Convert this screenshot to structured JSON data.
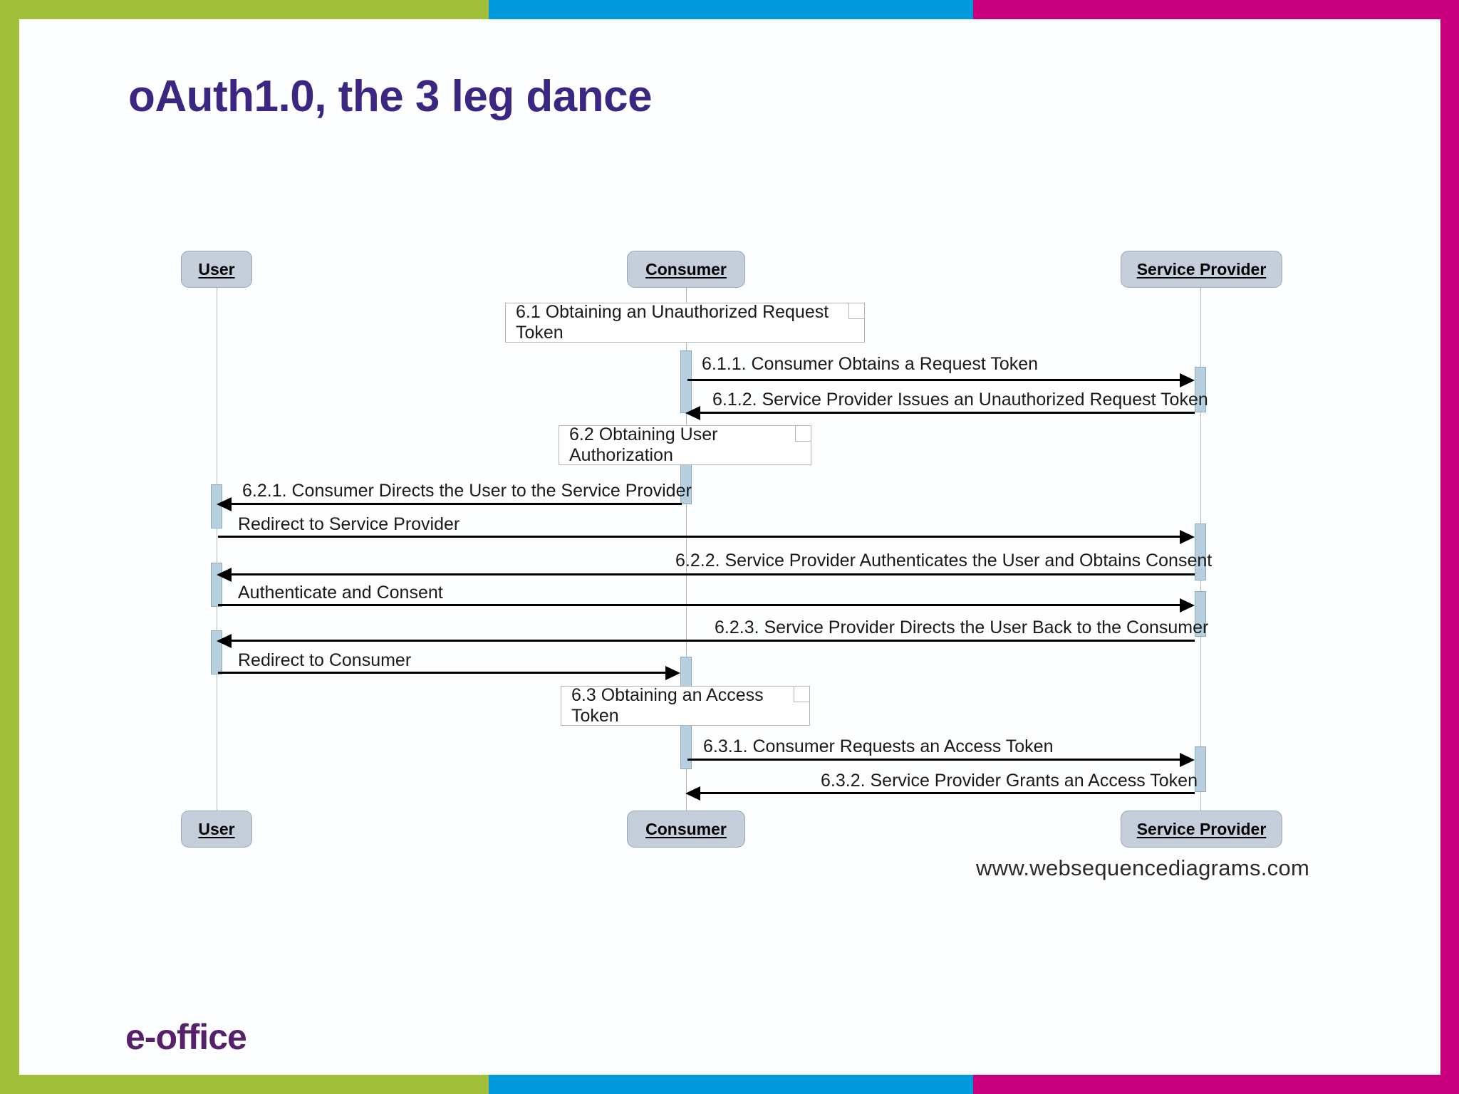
{
  "slide": {
    "title": "oAuth1.0, the 3 leg dance",
    "logo": "e-office",
    "watermark": "www.websequencediagrams.com",
    "colors": {
      "title": "#3b2682",
      "logo": "#56206b",
      "bar_green": "#a2bf39",
      "bar_blue": "#0099dc",
      "bar_magenta": "#c8007d",
      "participant_fill": "#c5cfdc",
      "activation_fill": "#b8cfe0"
    }
  },
  "diagram": {
    "type": "sequence-diagram",
    "participants": [
      {
        "id": "user",
        "label": "User"
      },
      {
        "id": "consumer",
        "label": "Consumer"
      },
      {
        "id": "service_provider",
        "label": "Service Provider"
      }
    ],
    "participants_bottom": [
      {
        "id": "user",
        "label": "User"
      },
      {
        "id": "consumer",
        "label": "Consumer"
      },
      {
        "id": "service_provider",
        "label": "Service Provider"
      }
    ],
    "notes": [
      {
        "id": "note_61",
        "text": "6.1 Obtaining an Unauthorized Request Token"
      },
      {
        "id": "note_62",
        "text": "6.2 Obtaining User Authorization"
      },
      {
        "id": "note_63",
        "text": "6.3 Obtaining an Access Token"
      }
    ],
    "messages": [
      {
        "id": "m1",
        "text": "6.1.1. Consumer Obtains a Request Token",
        "from": "consumer",
        "to": "service_provider",
        "direction": "right"
      },
      {
        "id": "m2",
        "text": "6.1.2. Service Provider Issues an Unauthorized Request Token",
        "from": "service_provider",
        "to": "consumer",
        "direction": "left"
      },
      {
        "id": "m3",
        "text": "6.2.1. Consumer Directs the User to the Service Provider",
        "from": "consumer",
        "to": "user",
        "direction": "left"
      },
      {
        "id": "m4",
        "text": "Redirect to Service Provider",
        "from": "user",
        "to": "service_provider",
        "direction": "right"
      },
      {
        "id": "m5",
        "text": "6.2.2. Service Provider Authenticates the User and Obtains Consent",
        "from": "service_provider",
        "to": "user",
        "direction": "left"
      },
      {
        "id": "m6",
        "text": "Authenticate and Consent",
        "from": "user",
        "to": "service_provider",
        "direction": "right"
      },
      {
        "id": "m7",
        "text": "6.2.3. Service Provider Directs the User Back to the Consumer",
        "from": "service_provider",
        "to": "user",
        "direction": "left"
      },
      {
        "id": "m8",
        "text": "Redirect to Consumer",
        "from": "user",
        "to": "consumer",
        "direction": "right"
      },
      {
        "id": "m9",
        "text": "6.3.1. Consumer Requests an Access Token",
        "from": "consumer",
        "to": "service_provider",
        "direction": "right"
      },
      {
        "id": "m10",
        "text": "6.3.2. Service Provider Grants an Access Token",
        "from": "service_provider",
        "to": "consumer",
        "direction": "left"
      }
    ]
  }
}
